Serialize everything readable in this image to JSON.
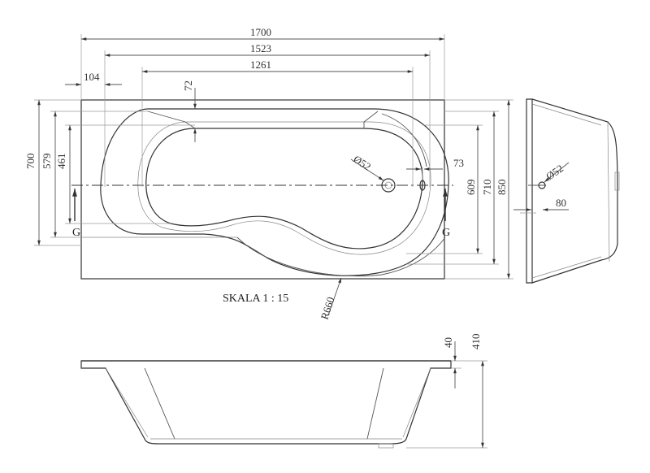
{
  "dimensions": {
    "top": [
      "1700",
      "1523",
      "1261",
      "104",
      "72"
    ],
    "left": [
      "700",
      "579",
      "461"
    ],
    "right": [
      "609",
      "710",
      "850"
    ],
    "drain": [
      "Ø52",
      "73"
    ],
    "radius": "R660",
    "side": [
      "Ø52",
      "80"
    ],
    "depth": [
      "40",
      "410"
    ]
  },
  "section_marker": "G",
  "scale_label": "SKALA 1 : 15"
}
